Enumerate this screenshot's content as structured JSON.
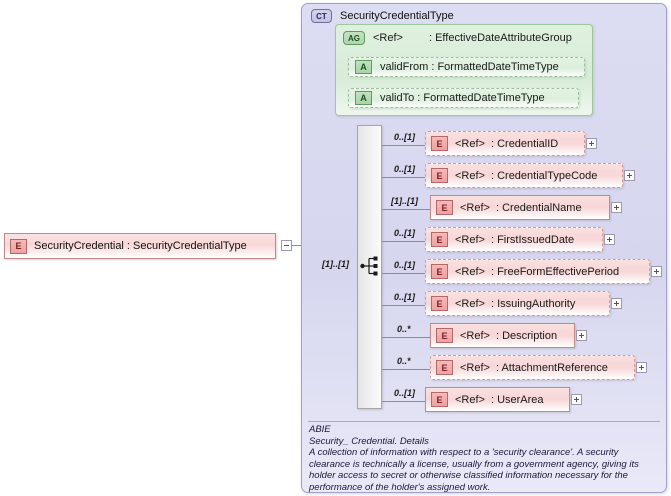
{
  "root_node": {
    "badge": "E",
    "label": "SecurityCredential : SecurityCredentialType",
    "toggle": "minus"
  },
  "complex_type": {
    "badge": "CT",
    "title": "SecurityCredentialType"
  },
  "attribute_group": {
    "badge": "AG",
    "ref": "<Ref>",
    "name": ": EffectiveDateAttributeGroup",
    "attributes": [
      {
        "badge": "A",
        "label": "validFrom : FormattedDateTimeType"
      },
      {
        "badge": "A",
        "label": "validTo   : FormattedDateTimeType"
      }
    ]
  },
  "compositor": {
    "kind": "sequence-icon",
    "cardinality": "[1]..[1]"
  },
  "elements": [
    {
      "badge": "E",
      "ref": "<Ref>",
      "name": ": CredentialID",
      "cardinality": "0..[1]",
      "required": false
    },
    {
      "badge": "E",
      "ref": "<Ref>",
      "name": ": CredentialTypeCode",
      "cardinality": "0..[1]",
      "required": false
    },
    {
      "badge": "E",
      "ref": "<Ref>",
      "name": ": CredentialName",
      "cardinality": "[1]..[1]",
      "required": true
    },
    {
      "badge": "E",
      "ref": "<Ref>",
      "name": ": FirstIssuedDate",
      "cardinality": "0..[1]",
      "required": false
    },
    {
      "badge": "E",
      "ref": "<Ref>",
      "name": ": FreeFormEffectivePeriod",
      "cardinality": "0..[1]",
      "required": false
    },
    {
      "badge": "E",
      "ref": "<Ref>",
      "name": ": IssuingAuthority",
      "cardinality": "0..[1]",
      "required": false
    },
    {
      "badge": "E",
      "ref": "<Ref>",
      "name": ": Description",
      "cardinality": "0..*",
      "required": true
    },
    {
      "badge": "E",
      "ref": "<Ref>",
      "name": ": AttachmentReference",
      "cardinality": "0..*",
      "required": false
    },
    {
      "badge": "E",
      "ref": "<Ref>",
      "name": ": UserArea",
      "cardinality": "0..[1]",
      "required": true
    }
  ],
  "documentation": {
    "line1": "ABIE",
    "line2": "Security_ Credential. Details",
    "line3": "A collection of information with respect to a 'security clearance'. A security clearance is technically a license, usually from a government agency, giving its holder access to secret or otherwise classified information necessary for the performance of the holder's assigned work."
  },
  "colors": {
    "element_fill": "#f7d6d6",
    "element_border": "#c08a8a",
    "complextype_fill": "#d6d6ef",
    "attribute_fill": "#d8ecd8",
    "connector": "#8a8aa8"
  }
}
